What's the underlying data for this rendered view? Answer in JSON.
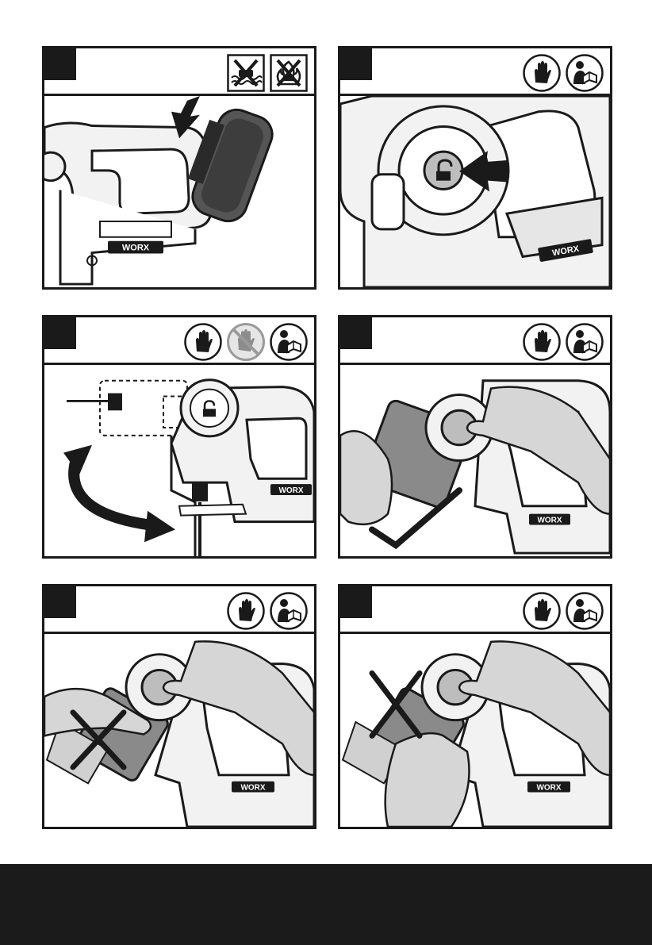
{
  "brand_label": "WORX",
  "colors": {
    "ink": "#1a1a1a",
    "footer": "#1b1b1b",
    "hand": "#d6d6d6",
    "body": "#f2f2f2"
  },
  "panels": [
    {
      "id": "A",
      "icons": [
        "no-water-icon",
        "no-fire-icon"
      ],
      "illustration": "battery-insert"
    },
    {
      "id": "B",
      "icons": [
        "gloves-icon",
        "read-manual-icon"
      ],
      "illustration": "press-lock-button"
    },
    {
      "id": "C",
      "icons": [
        "gloves-icon",
        "no-hand-icon",
        "read-manual-icon"
      ],
      "illustration": "rotate-head"
    },
    {
      "id": "D",
      "icons": [
        "gloves-icon",
        "read-manual-icon"
      ],
      "illustration": "correct-grip-check"
    },
    {
      "id": "E",
      "icons": [
        "gloves-icon",
        "read-manual-icon"
      ],
      "illustration": "wrong-grip-cross"
    },
    {
      "id": "F",
      "icons": [
        "gloves-icon",
        "read-manual-icon"
      ],
      "illustration": "wrong-grip-cross"
    }
  ]
}
